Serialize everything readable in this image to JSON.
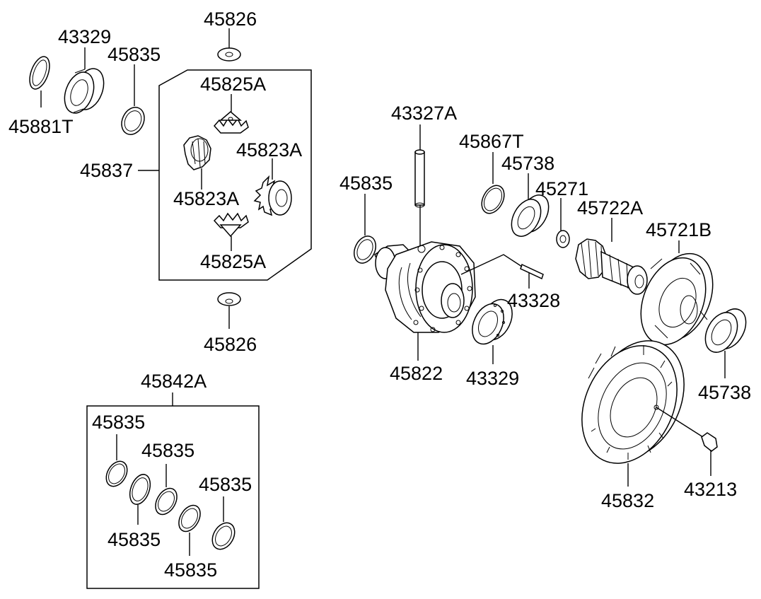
{
  "labels": {
    "p45826_top": "45826",
    "p43329_left": "43329",
    "p45835_top": "45835",
    "p45825A_top": "45825A",
    "p45881T": "45881T",
    "p45823A_right": "45823A",
    "p45837": "45837",
    "p45823A_left": "45823A",
    "p45825A_bottom": "45825A",
    "p45826_bottom": "45826",
    "p43327A": "43327A",
    "p45867T": "45867T",
    "p45738_top": "45738",
    "p45835_mid": "45835",
    "p45271": "45271",
    "p45722A": "45722A",
    "p45721B": "45721B",
    "p43328": "43328",
    "p45822": "45822",
    "p43329_mid": "43329",
    "p45738_right": "45738",
    "p45842A": "45842A",
    "k45835_a": "45835",
    "k45835_b": "45835",
    "k45835_c": "45835",
    "k45835_d": "45835",
    "k45835_e": "45835",
    "p45832": "45832",
    "p43213": "43213"
  }
}
